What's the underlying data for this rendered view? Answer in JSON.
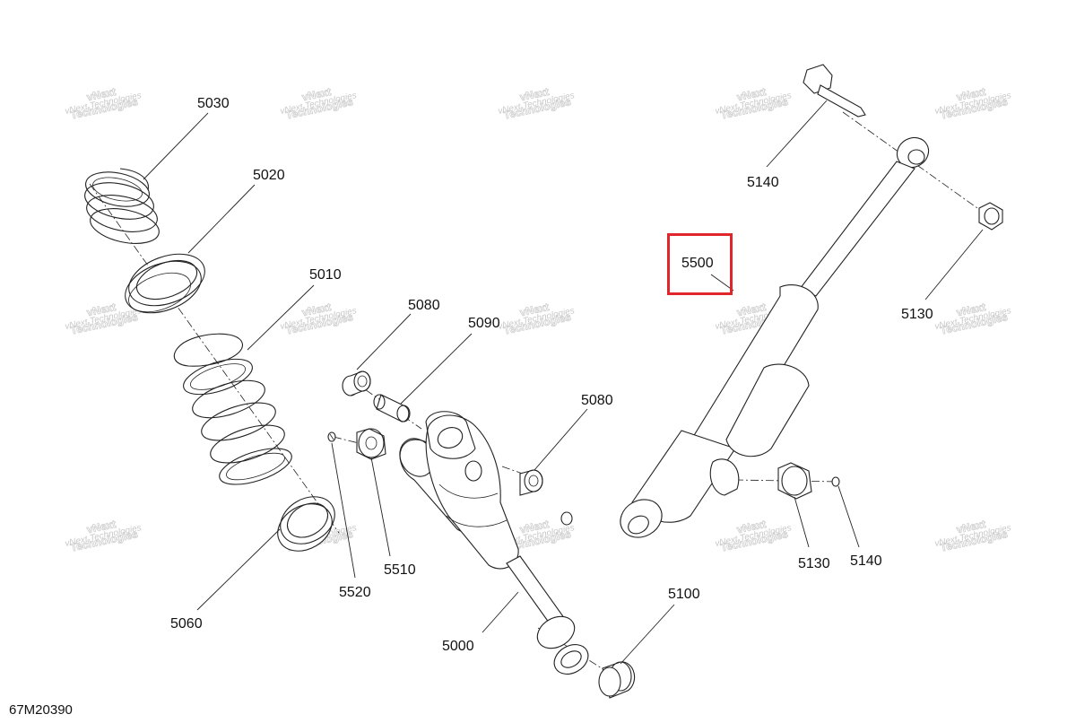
{
  "diagram": {
    "document_code": "67M20390",
    "highlighted_part": "5500",
    "highlight_color": "#e0262b",
    "watermark": {
      "line1": "vNext",
      "line2": "Technologies",
      "overlay": "vNext Technologies"
    },
    "parts": [
      {
        "number": "5030"
      },
      {
        "number": "5020"
      },
      {
        "number": "5010"
      },
      {
        "number": "5060"
      },
      {
        "number": "5080"
      },
      {
        "number": "5090"
      },
      {
        "number": "5080"
      },
      {
        "number": "5520"
      },
      {
        "number": "5510"
      },
      {
        "number": "5000"
      },
      {
        "number": "5100"
      },
      {
        "number": "5140"
      },
      {
        "number": "5130"
      },
      {
        "number": "5500"
      },
      {
        "number": "5130"
      },
      {
        "number": "5140"
      }
    ]
  }
}
